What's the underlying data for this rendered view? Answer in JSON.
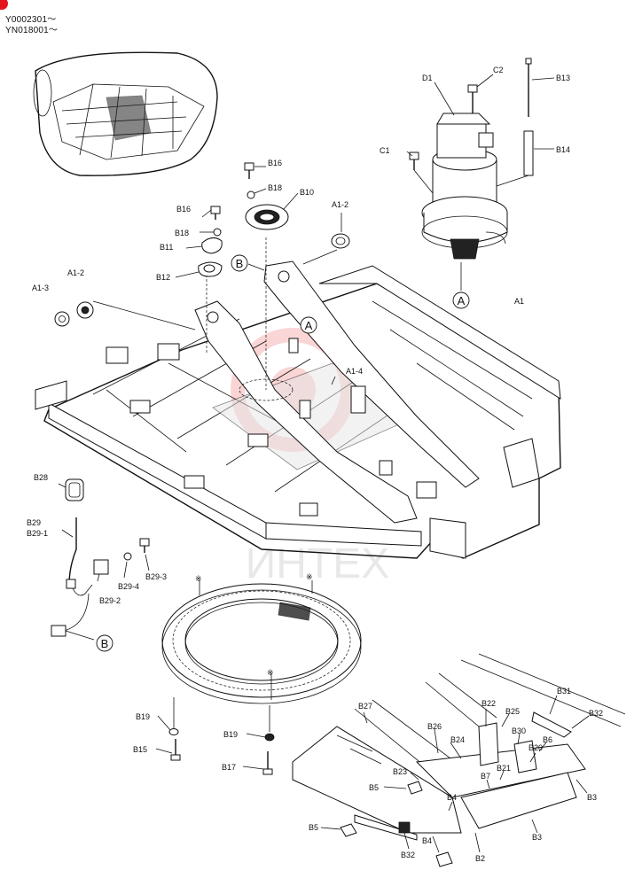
{
  "header": {
    "serial_1": "Y0002301～",
    "serial_2": "YN018001～"
  },
  "watermark": {
    "text": "ИНТЕХ",
    "color": "#e8464a"
  },
  "colors": {
    "corner_mark": "#e3141c",
    "line": "#111111"
  },
  "labels": {
    "D1": "D1",
    "C2": "C2",
    "C1": "C1",
    "B13": "B13",
    "B14": "B14",
    "B16a": "B16",
    "B18a": "B18",
    "B10": "B10",
    "B16b": "B16",
    "B18b": "B18",
    "B11": "B11",
    "B12": "B12",
    "A1_2a": "A1-2",
    "A1_3": "A1-3",
    "A1_2b": "A1-2",
    "A1": "A1",
    "A1_4": "A1-4",
    "B28": "B28",
    "B29": "B29",
    "B29_1": "B29-1",
    "B29_4": "B29-4",
    "B29_3": "B29-3",
    "B29_2": "B29-2",
    "ref1": "※",
    "ref2": "※",
    "ref3": "※",
    "B19a": "B19",
    "B15": "B15",
    "B19b": "B19",
    "B17": "B17",
    "B27": "B27",
    "B26": "B26",
    "B24": "B24",
    "B22": "B22",
    "B25": "B25",
    "B30": "B30",
    "B31": "B31",
    "B32a": "B32",
    "B6": "B6",
    "B20": "B20",
    "B21": "B21",
    "B7": "B7",
    "B23": "B23",
    "B5a": "B5",
    "B5b": "B5",
    "B4a": "B4",
    "B4b": "B4",
    "B32b": "B32",
    "B2": "B2",
    "B3a": "B3",
    "B3b": "B3"
  },
  "circled": {
    "A_motor": "A",
    "A_frame": "A",
    "B_frame": "B",
    "B_cable": "B"
  }
}
